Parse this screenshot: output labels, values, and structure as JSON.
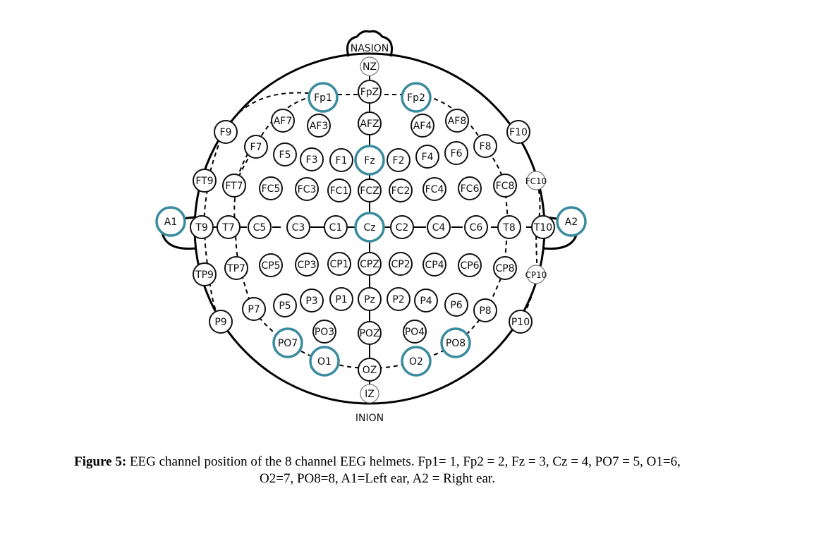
{
  "diagram": {
    "nasion": "NASION",
    "inion": "INION",
    "highlight_color": "#3a8ba0",
    "electrodes": [
      {
        "id": "NZ",
        "label": "NZ",
        "ghost": true
      },
      {
        "id": "FpZ",
        "label": "FpZ"
      },
      {
        "id": "Fp1",
        "label": "Fp1",
        "hl": true
      },
      {
        "id": "Fp2",
        "label": "Fp2",
        "hl": true
      },
      {
        "id": "AF7",
        "label": "AF7"
      },
      {
        "id": "AF3",
        "label": "AF3"
      },
      {
        "id": "AFZ",
        "label": "AFZ"
      },
      {
        "id": "AF4",
        "label": "AF4"
      },
      {
        "id": "AF8",
        "label": "AF8"
      },
      {
        "id": "F9",
        "label": "F9"
      },
      {
        "id": "F10",
        "label": "F10"
      },
      {
        "id": "F7",
        "label": "F7"
      },
      {
        "id": "F5",
        "label": "F5"
      },
      {
        "id": "F3",
        "label": "F3"
      },
      {
        "id": "F1",
        "label": "F1"
      },
      {
        "id": "Fz",
        "label": "Fz",
        "hl": true
      },
      {
        "id": "F2",
        "label": "F2"
      },
      {
        "id": "F4",
        "label": "F4"
      },
      {
        "id": "F6",
        "label": "F6"
      },
      {
        "id": "F8",
        "label": "F8"
      },
      {
        "id": "FT9",
        "label": "FT9"
      },
      {
        "id": "FT7",
        "label": "FT7"
      },
      {
        "id": "FC5",
        "label": "FC5"
      },
      {
        "id": "FC3",
        "label": "FC3"
      },
      {
        "id": "FC1",
        "label": "FC1"
      },
      {
        "id": "FCZ",
        "label": "FCZ"
      },
      {
        "id": "FC2",
        "label": "FC2"
      },
      {
        "id": "FC4",
        "label": "FC4"
      },
      {
        "id": "FC6",
        "label": "FC6"
      },
      {
        "id": "FC8",
        "label": "FC8"
      },
      {
        "id": "FC10",
        "label": "FC10",
        "ghost": true
      },
      {
        "id": "A1",
        "label": "A1",
        "hl": true
      },
      {
        "id": "T9",
        "label": "T9"
      },
      {
        "id": "T7",
        "label": "T7"
      },
      {
        "id": "C5",
        "label": "C5"
      },
      {
        "id": "C3",
        "label": "C3"
      },
      {
        "id": "C1",
        "label": "C1"
      },
      {
        "id": "Cz",
        "label": "Cz",
        "hl": true
      },
      {
        "id": "C2",
        "label": "C2"
      },
      {
        "id": "C4",
        "label": "C4"
      },
      {
        "id": "C6",
        "label": "C6"
      },
      {
        "id": "T8",
        "label": "T8"
      },
      {
        "id": "T10",
        "label": "T10"
      },
      {
        "id": "A2",
        "label": "A2",
        "hl": true
      },
      {
        "id": "TP9",
        "label": "TP9"
      },
      {
        "id": "TP7",
        "label": "TP7"
      },
      {
        "id": "CP5",
        "label": "CP5"
      },
      {
        "id": "CP3",
        "label": "CP3"
      },
      {
        "id": "CP1",
        "label": "CP1"
      },
      {
        "id": "CPZ",
        "label": "CPZ"
      },
      {
        "id": "CP2",
        "label": "CP2"
      },
      {
        "id": "CP4",
        "label": "CP4"
      },
      {
        "id": "CP6",
        "label": "CP6"
      },
      {
        "id": "CP8",
        "label": "CP8"
      },
      {
        "id": "CP10",
        "label": "CP10",
        "ghost": true
      },
      {
        "id": "P9",
        "label": "P9"
      },
      {
        "id": "P7",
        "label": "P7"
      },
      {
        "id": "P5",
        "label": "P5"
      },
      {
        "id": "P3",
        "label": "P3"
      },
      {
        "id": "P1",
        "label": "P1"
      },
      {
        "id": "Pz",
        "label": "Pz"
      },
      {
        "id": "P2",
        "label": "P2"
      },
      {
        "id": "P4",
        "label": "P4"
      },
      {
        "id": "P6",
        "label": "P6"
      },
      {
        "id": "P8",
        "label": "P8"
      },
      {
        "id": "P10",
        "label": "P10"
      },
      {
        "id": "PO7",
        "label": "PO7",
        "hl": true
      },
      {
        "id": "PO3",
        "label": "PO3"
      },
      {
        "id": "POZ",
        "label": "POZ"
      },
      {
        "id": "PO4",
        "label": "PO4"
      },
      {
        "id": "PO8",
        "label": "PO8",
        "hl": true
      },
      {
        "id": "O1",
        "label": "O1",
        "hl": true
      },
      {
        "id": "OZ",
        "label": "OZ"
      },
      {
        "id": "O2",
        "label": "O2",
        "hl": true
      },
      {
        "id": "IZ",
        "label": "IZ",
        "ghost": true
      }
    ]
  },
  "caption": {
    "prefix": "Figure 5:",
    "line1": " EEG channel position of the 8 channel EEG helmets. Fp1= 1, Fp2 = 2, Fz = 3, Cz = 4, PO7 = 5, O1=6,",
    "line2": "O2=7, PO8=8, A1=Left ear, A2 = Right ear."
  }
}
